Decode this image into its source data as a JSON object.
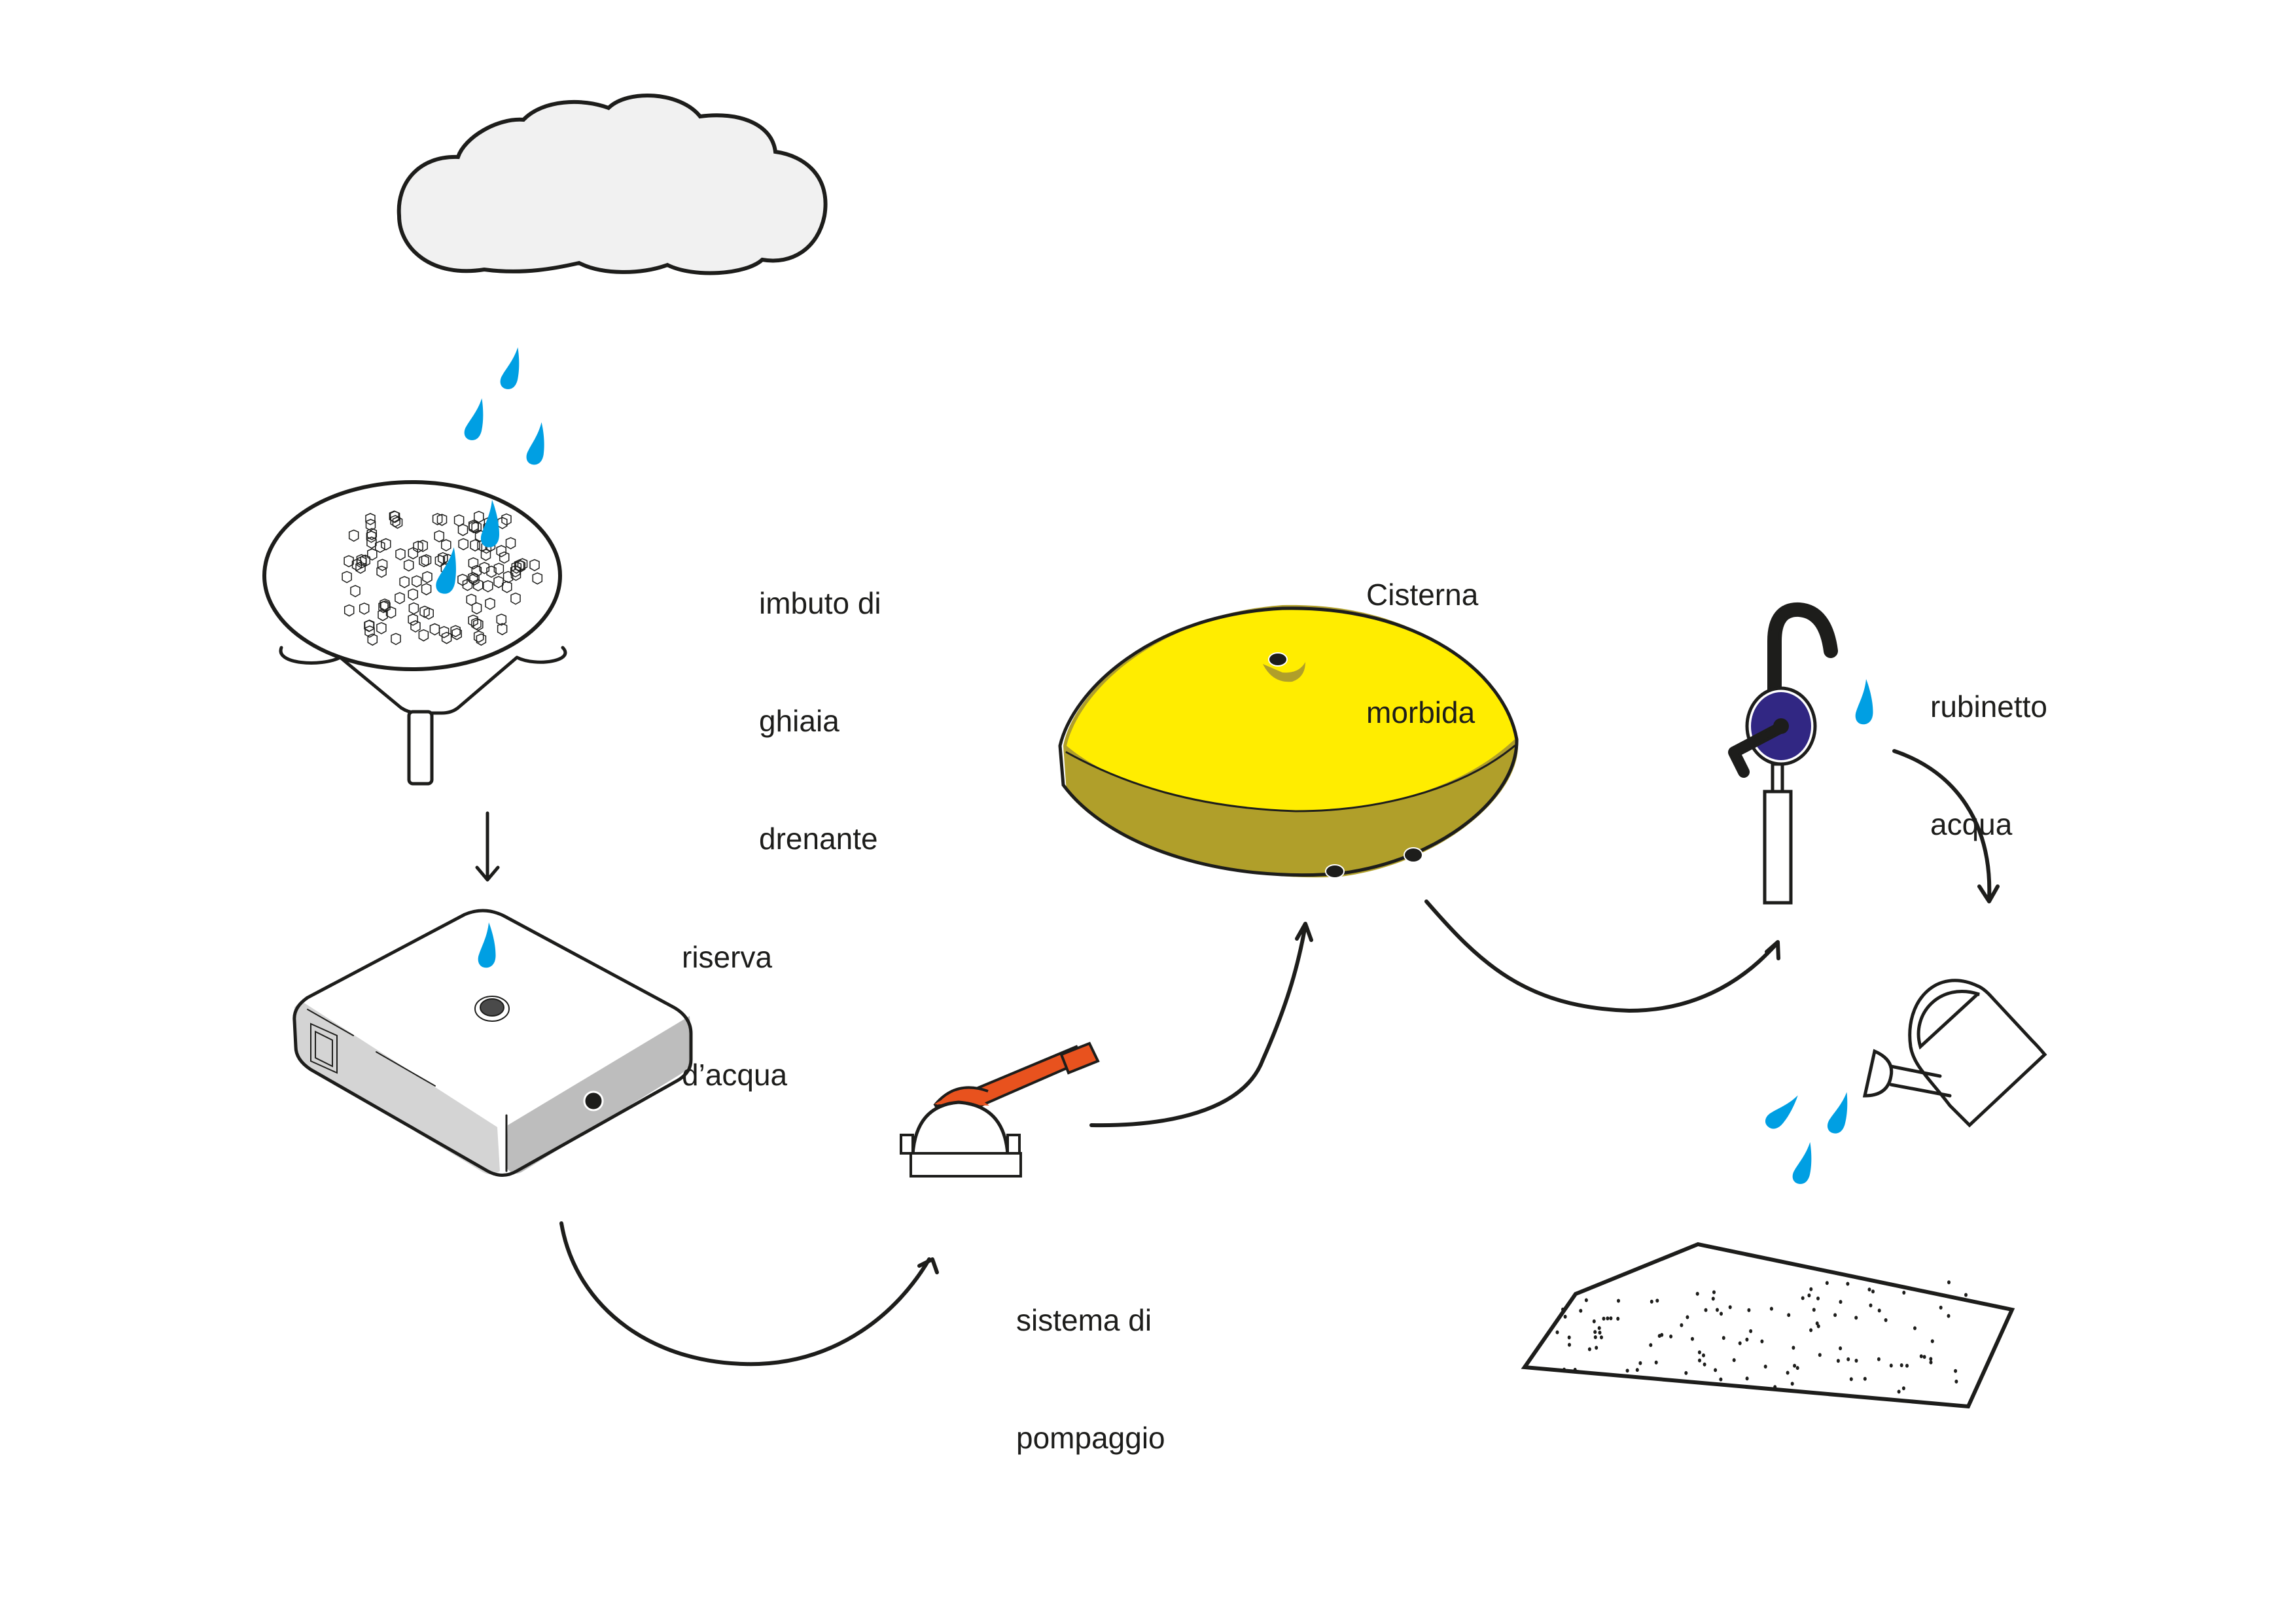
{
  "diagram": {
    "title_hidden": false,
    "steps": [
      {
        "id": "cloud",
        "name": "rain cloud",
        "label_lines": []
      },
      {
        "id": "funnel",
        "label_lines": [
          "imbuto di",
          "ghiaia",
          "drenante"
        ]
      },
      {
        "id": "reserve",
        "label_lines": [
          "riserva",
          "d’acqua"
        ]
      },
      {
        "id": "pump",
        "label_lines": [
          "sistema di",
          "pompaggio"
        ]
      },
      {
        "id": "cistern",
        "label_lines": [
          "Cisterna",
          "morbida"
        ]
      },
      {
        "id": "tap",
        "label_lines": [
          "rubinetto",
          "acqua"
        ]
      },
      {
        "id": "watering",
        "name": "watering can over soil",
        "label_lines": []
      }
    ],
    "flow": [
      {
        "from": "cloud",
        "to": "funnel"
      },
      {
        "from": "funnel",
        "to": "reserve"
      },
      {
        "from": "reserve",
        "to": "pump"
      },
      {
        "from": "pump",
        "to": "cistern"
      },
      {
        "from": "cistern",
        "to": "tap"
      },
      {
        "from": "tap",
        "to": "watering"
      }
    ]
  },
  "colors": {
    "ink": "#1d1d1b",
    "water": "#009fe3",
    "cloud_fill": "#f1f1f1",
    "cistern_top": "#ffed00",
    "cistern_side": "#b09f2a",
    "pump_accent": "#e8521e",
    "tap_wheel": "#312783",
    "reserve_side_left": "#d4d4d4",
    "reserve_side_right": "#bdbdbd",
    "hole": "#4a4a4a"
  }
}
